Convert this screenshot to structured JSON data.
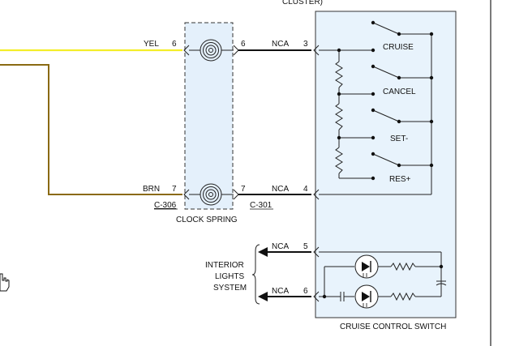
{
  "wires": {
    "yel": {
      "color_label": "YEL",
      "pin": "6",
      "hex": "#f4ee2a"
    },
    "brn": {
      "color_label": "BRN",
      "pin": "7",
      "hex": "#8a6a12"
    },
    "nca_top": {
      "color_label": "NCA",
      "pin_left": "6",
      "pin_right": "3"
    },
    "nca_mid": {
      "color_label": "NCA",
      "pin_left": "7",
      "pin_right": "4"
    },
    "nca_5": {
      "color_label": "NCA",
      "pin": "5"
    },
    "nca_6": {
      "color_label": "NCA",
      "pin": "6"
    }
  },
  "connectors": {
    "left": "C-306",
    "right": "C-301"
  },
  "clock_spring": {
    "label": "CLOCK SPRING",
    "fill": "#e4f0fb"
  },
  "top_partial_text": "CLUSTER)",
  "switch": {
    "title": "CRUISE CONTROL SWITCH",
    "fill": "#e8f3fc",
    "items": [
      "CRUISE",
      "CANCEL",
      "SET-",
      "RES+"
    ]
  },
  "interior_lights": {
    "line1": "INTERIOR",
    "line2": "LIGHTS",
    "line3": "SYSTEM"
  }
}
